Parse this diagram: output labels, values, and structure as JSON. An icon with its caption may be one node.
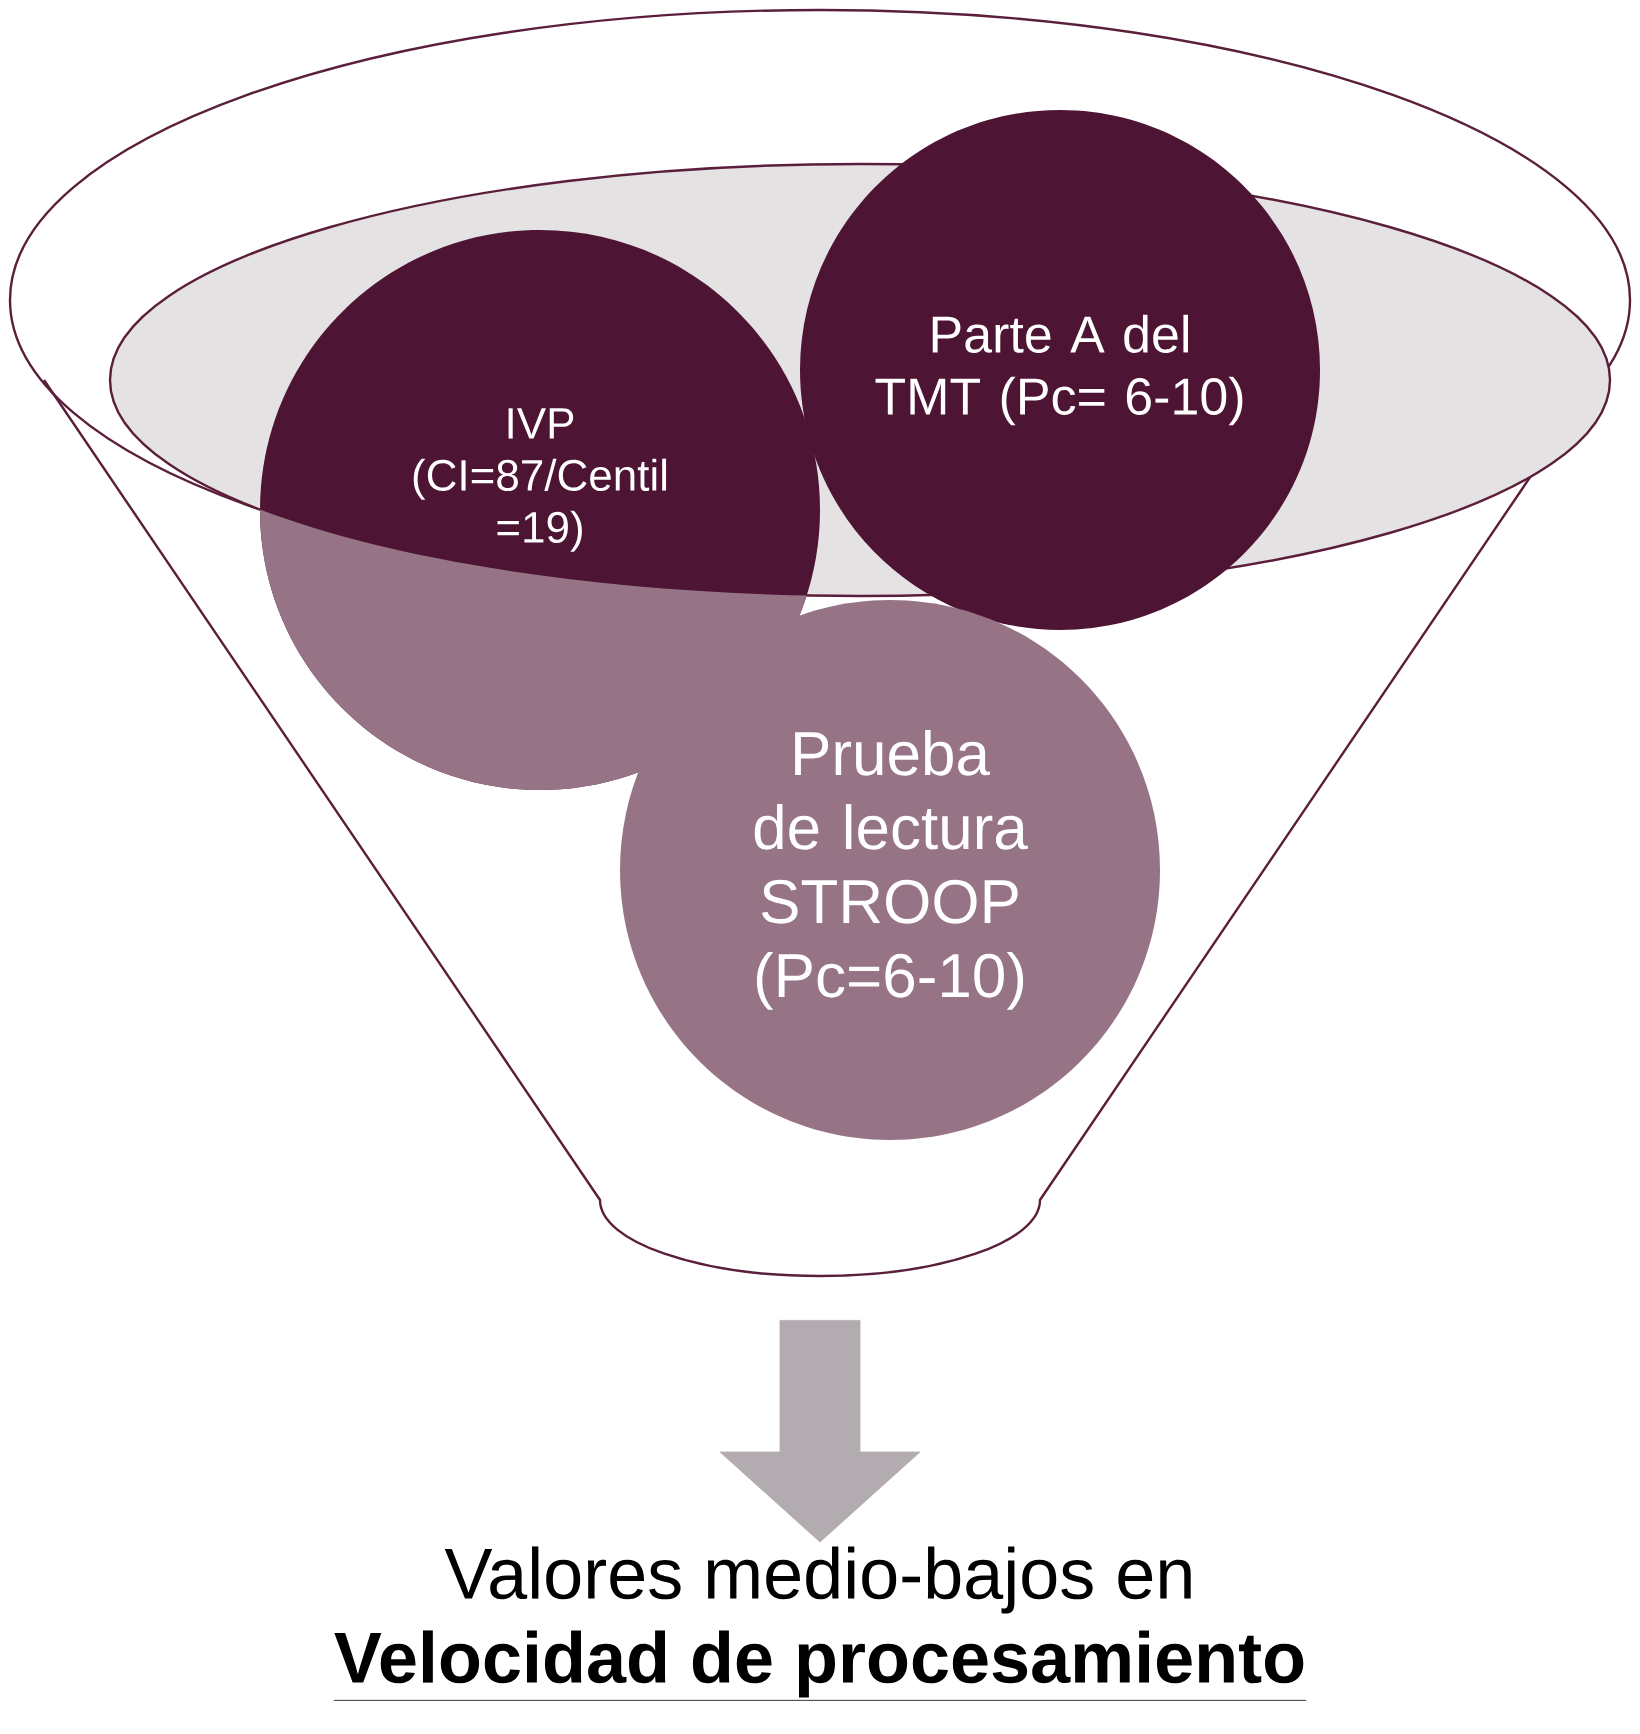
{
  "diagram": {
    "nodes": [
      {
        "text": [],
        "shape": "funnel"
      },
      {
        "text": [
          "IVP (CI=87/Centil =19)"
        ],
        "in": 0
      },
      {
        "text": [
          "Parte A del TMT (Pc= 6-10)"
        ],
        "in": 0
      },
      {
        "text": [
          "Prueba de lectura STROOP (Pc=6-10)"
        ],
        "in": 0
      },
      {
        "text": [
          "Valores medio-bajos en",
          "Velocidad de procesamiento"
        ]
      }
    ],
    "edges": [
      {
        "from": 0,
        "to": 4,
        "arrow": "to",
        "style": "thick",
        "color": "#b2abb0"
      }
    ]
  }
}
